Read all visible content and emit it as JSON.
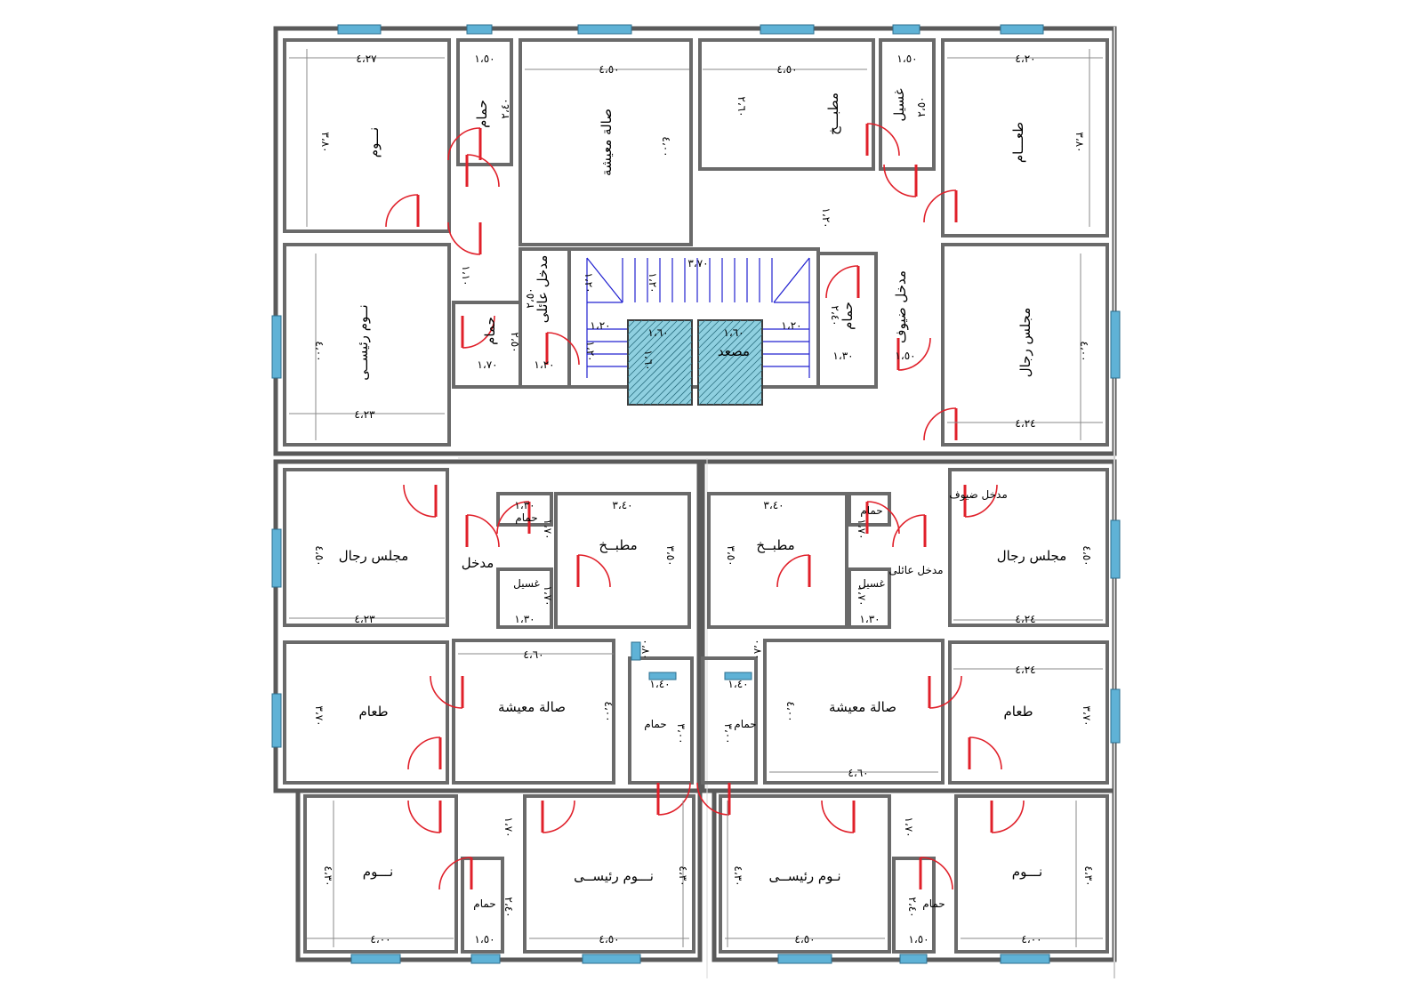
{
  "plan": {
    "rooms": {
      "bed_tl": "نـــوم",
      "bath_tl": "حمام",
      "living_tc": "صالة معيشة",
      "kitchen_tc": "مطبـــخ",
      "laundry_tc": "غسيل",
      "dining_tr": "طعـــام",
      "master_tl": "نــوم رئيســى",
      "bath2_tl": "حمام",
      "entry_fam_t": "مدخل عائلى",
      "entry_guest_t": "مدخل ضيوف",
      "bath3_tr": "حمام",
      "majlis_tr": "مجلس رجال",
      "elevator": "مصعد",
      "majlis_bl": "مجلس رجال",
      "entry_bl": "مدخل",
      "bath_bl_k": "حمام",
      "kitchen_bl": "مطبــخ",
      "laundry_bl": "غسيل",
      "dining_bl": "طعام",
      "living_bl": "صالة معيشة",
      "bath_bl_c": "حمام",
      "bed_bl": "نـــوم",
      "master_bl": "نـــوم رئيســى",
      "bath_bl_b": "حمام",
      "kitchen_br": "مطبــخ",
      "bath_br_k": "حمام",
      "laundry_br": "غسيل",
      "entry_fam_br": "مدخل عائلى",
      "entry_guest_br": "مدخل ضيوف",
      "majlis_br": "مجلس رجال",
      "dining_br": "طعام",
      "living_br": "صالة معيشة",
      "bath_br_c": "حمام",
      "master_br": "نـوم رئيســى",
      "bath_br_b": "حمام",
      "bed_br": "نـــوم"
    },
    "dims": {
      "d_tl_bed_w": "٤،٢٧",
      "d_tl_bed_h": "٣،٨٠",
      "d_tl_bath_w": "١،٥٠",
      "d_tl_bath_h": "٢،٤٠",
      "d_tc_liv_w": "٤،٥٠",
      "d_tc_liv_h": "٤،٠٠",
      "d_tc_kit_w": "٤،٥٠",
      "d_tc_kit_h": "٢،٦٠",
      "d_tc_lau_w": "١،٥٠",
      "d_tc_lau_h": "٢،٥٠",
      "d_tr_din_w": "٤،٢٠",
      "d_tr_din_h": "٣،٨٠",
      "d_tr_corr": "١،٢٠",
      "d_tl_corr": "١،١٠",
      "d_tl_mas_h": "٤،٠٠",
      "d_tl_mas_w": "٤،٢٣",
      "d_tl_b2_h": "٢،٥٠",
      "d_tl_b2_w": "١،٧٠",
      "d_tl_ent_w": "١،٢٠",
      "d_tl_ent_h": "٢،٥٠",
      "d_st_w": "٣،٧٠",
      "d_st_1": "١،٢٠",
      "d_st_2": "١،٢٠",
      "d_st_3": "١،٢٠",
      "d_st_4": "١،٢٠",
      "d_st_5": "١،٢٠",
      "d_lift_1": "١،٦٠",
      "d_lift_2": "١،٦٠",
      "d_lift_3": "١،٦٠",
      "d_tr_b3_h": "٢،٤٠",
      "d_tr_b3_w": "١،٣٠",
      "d_tr_ent_w": "١،٥٠",
      "d_tr_maj_h": "٤،٠٠",
      "d_tr_maj_w": "٤،٢٤",
      "d_bl_maj_h": "٤،٥٠",
      "d_bl_maj_w": "٤،٢٣",
      "d_bl_bk_w": "١،٣٠",
      "d_bl_bk_h": "١،٧٠",
      "d_bl_kit_w": "٣،٤٠",
      "d_bl_kit_h": "٣،٥٠",
      "d_bl_lau_h": "١،٧٠",
      "d_bl_lau_w": "١،٣٠",
      "d_bl_liv_w": "٤،٦٠",
      "d_bl_liv_h": "٤،٠٠",
      "d_bl_din_h": "٣،٧٠",
      "d_bl_sh": "٠،٨٠",
      "d_bl_bc_w": "١،٤٠",
      "d_bl_bc_h": "٣،٠٠",
      "d_bl_corr": "١،٧٠",
      "d_bl_bed_h": "٤،٣٠",
      "d_bl_bed_w": "٤،٠٠",
      "d_bl_mas_h": "٤،٣٠",
      "d_bl_mas_w": "٤،٥٠",
      "d_bl_bb_h": "٢،٤٠",
      "d_bl_bb_w": "١،٥٠",
      "d_br_kit_w": "٣،٤٠",
      "d_br_kit_h": "٣،٥٠",
      "d_br_bk_h": "١،٧٠",
      "d_br_lau_h": "١،٧٠",
      "d_br_lau_w": "١،٣٠",
      "d_br_maj_h": "٤،٥٠",
      "d_br_maj_w": "٤،٢٤",
      "d_br_din_w": "٤،٢٤",
      "d_br_din_h": "٣،٧٠",
      "d_br_sh": "٠،٨٠",
      "d_br_bc_w": "١،٤٠",
      "d_br_bc_h": "٣،٠٠",
      "d_br_liv_h": "٤،٠٠",
      "d_br_liv_w": "٤،٦٠",
      "d_br_corr": "١،٧٠",
      "d_br_mas_h": "٤،٣٠",
      "d_br_mas_w": "٤،٥٠",
      "d_br_bb_h": "٢،٤٠",
      "d_br_bb_w": "١،٥٠",
      "d_br_bed_h": "٤،٣٠",
      "d_br_bed_w": "٤،٠٠"
    }
  }
}
